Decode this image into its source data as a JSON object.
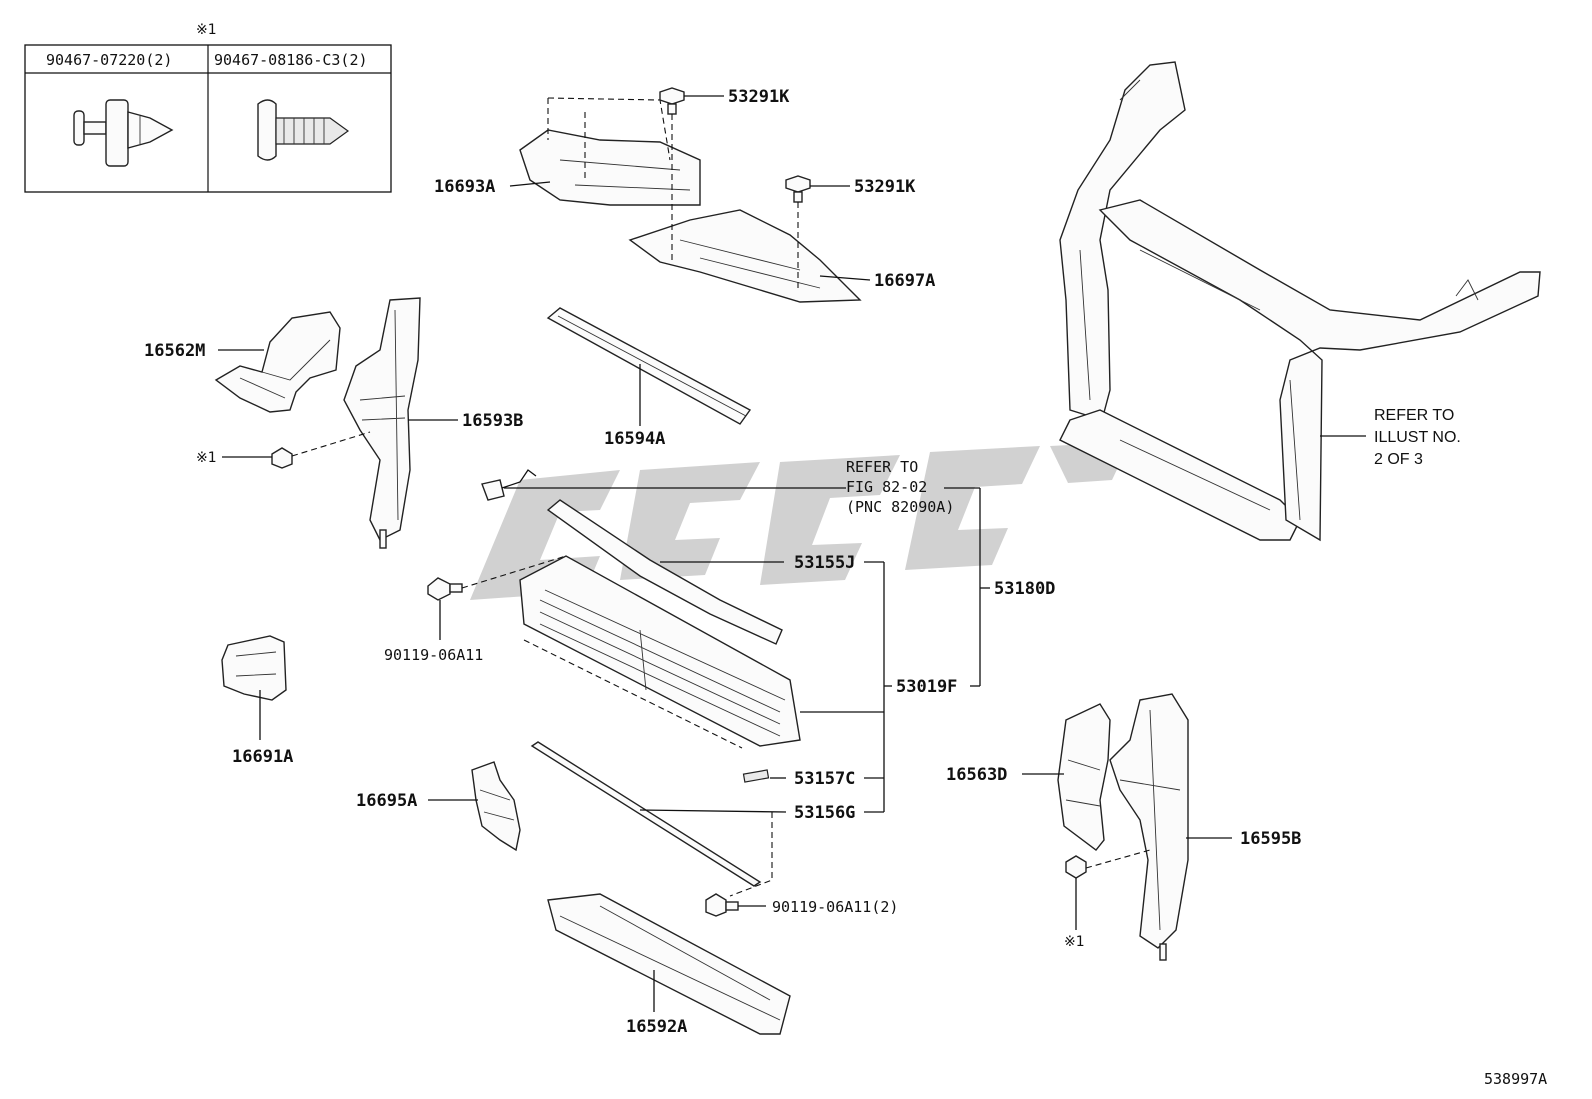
{
  "diagram_id": "538997A",
  "fastener_table": {
    "mark": "※1",
    "columns": [
      {
        "part_no": "90467-07220(2)",
        "icon": "push-clip-icon"
      },
      {
        "part_no": "90467-08186-C3(2)",
        "icon": "christmas-tree-clip-icon"
      }
    ]
  },
  "labels": {
    "p53291K_a": "53291K",
    "p53291K_b": "53291K",
    "p16693A": "16693A",
    "p16697A": "16697A",
    "p16562M": "16562M",
    "p16593B": "16593B",
    "p16594A": "16594A",
    "mark_left": "※1",
    "p53155J": "53155J",
    "p53180D": "53180D",
    "p90119_06A11": "90119-06A11",
    "p16691A": "16691A",
    "p53019F": "53019F",
    "p53157C": "53157C",
    "p16695A": "16695A",
    "p53156G": "53156G",
    "p90119_06A11_2": "90119-06A11(2)",
    "p16592A": "16592A",
    "p16563D": "16563D",
    "p16595B": "16595B",
    "mark_right": "※1"
  },
  "refer_fig": [
    "REFER TO",
    "FIG 82-02",
    "(PNC 82090A)"
  ],
  "refer_illust": [
    "REFER TO",
    "ILLUST NO.",
    "2 OF 3"
  ]
}
